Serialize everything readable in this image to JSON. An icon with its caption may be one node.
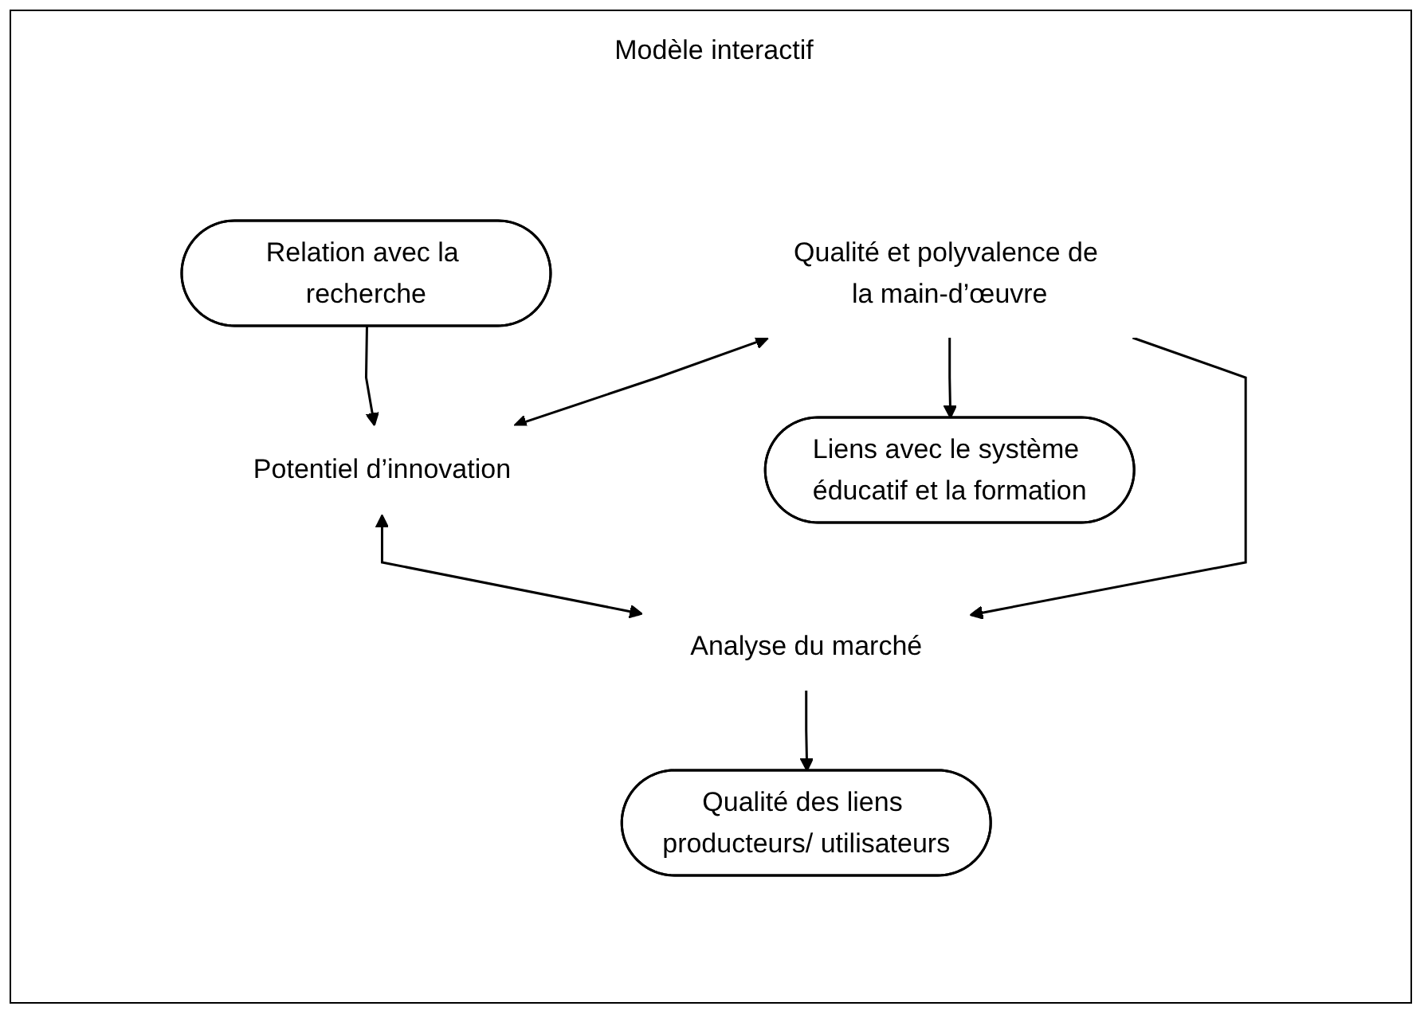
{
  "diagram": {
    "title": "Modèle interactif",
    "nodes": [
      {
        "text": [
          "Relation avec la recherche"
        ]
      },
      {
        "text": [
          "Potentiel d’innovation"
        ]
      },
      {
        "text": [
          "Qualité et polyvalence de la main-d’œuvre"
        ]
      },
      {
        "text": [
          "Analyse du marché"
        ]
      },
      {
        "text": [
          "Liens avec le système éducatif et la formation"
        ]
      },
      {
        "text": [
          "Qualité des liens producteurs/ utilisateurs"
        ]
      }
    ],
    "edges": [
      {
        "from": 0,
        "to": 1,
        "arrow": "to"
      },
      {
        "from": 2,
        "to": 1,
        "arrow": "both"
      },
      {
        "from": 1,
        "to": 3,
        "arrow": "both"
      },
      {
        "from": 2,
        "to": 3,
        "arrow": "to"
      },
      {
        "from": 2,
        "to": 4,
        "arrow": "to"
      },
      {
        "from": 3,
        "to": 5,
        "arrow": "to"
      }
    ]
  }
}
